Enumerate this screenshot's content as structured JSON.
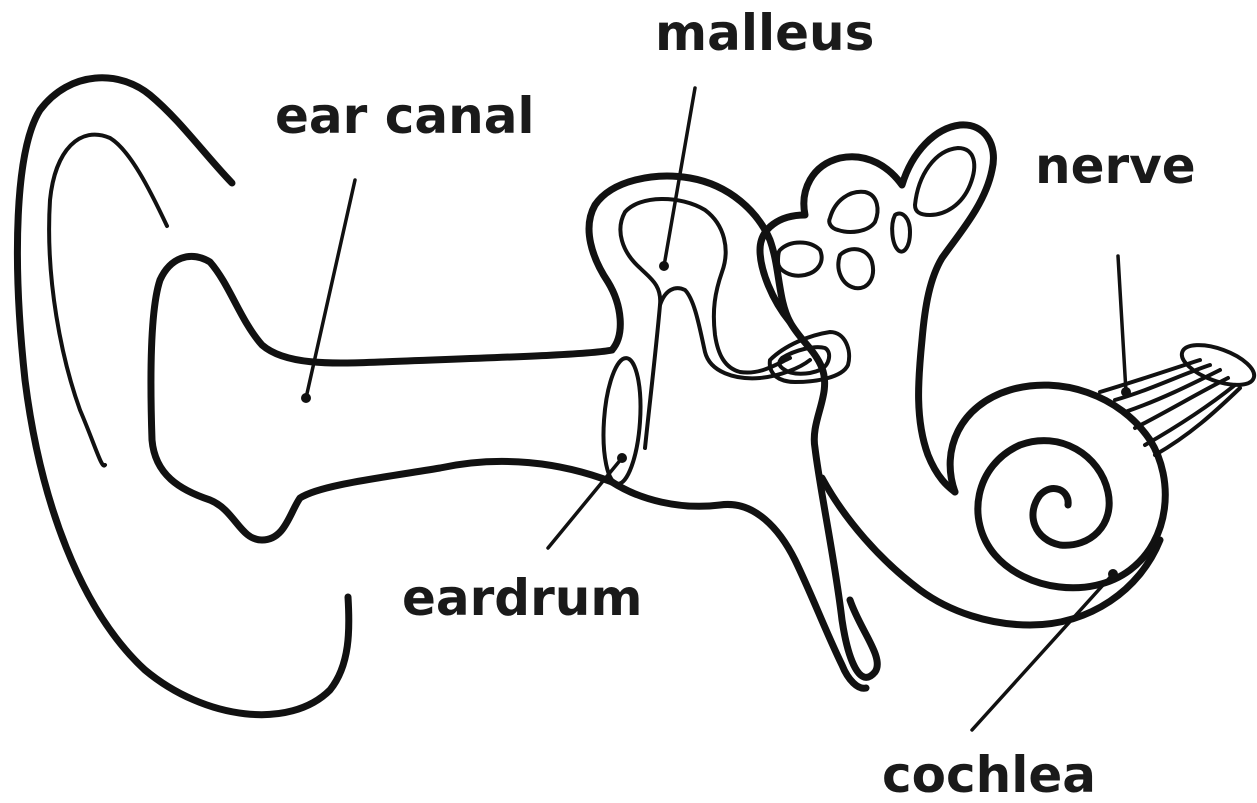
{
  "labels": {
    "ear_canal": "ear canal",
    "malleus": "malleus",
    "nerve": "nerve",
    "eardrum": "eardrum",
    "cochlea": "cochlea"
  },
  "colors": {
    "stroke": "#111111",
    "text": "#1a1a1a",
    "background": "#ffffff"
  }
}
